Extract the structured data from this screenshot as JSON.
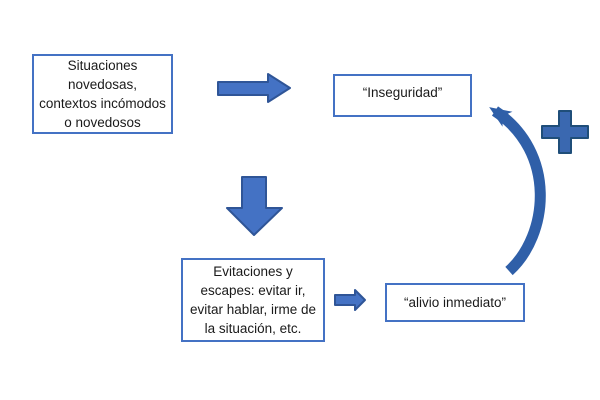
{
  "diagram": {
    "boxes": {
      "situaciones": {
        "lines": [
          "Situaciones",
          "novedosas,",
          "contextos incómodos",
          "o novedosos"
        ]
      },
      "inseguridad": {
        "label": "“Inseguridad”"
      },
      "evitaciones": {
        "lines": [
          "Evitaciones y",
          "escapes: evitar ir,",
          "evitar hablar, irme de",
          "la situación, etc."
        ]
      },
      "alivio": {
        "label": "“alivio inmediato”"
      }
    },
    "icons": {
      "arrow_right_large": "right-block-arrow",
      "arrow_down_large": "down-block-arrow",
      "arrow_right_small": "small-right-block-arrow",
      "curved_feedback_arrow": "curved-up-left-arrow",
      "plus_sign": "plus-reinforcement-sign"
    },
    "colors": {
      "background": "#ffffff",
      "box_border": "#4472C4",
      "text": "#1a1a1a",
      "arrow_fill": "#4472C4",
      "arrow_outline": "#2F5597",
      "curved_arrow": "#2F5FA8",
      "plus_fill": "#3A68B0",
      "plus_outline": "#1F4E79"
    }
  }
}
